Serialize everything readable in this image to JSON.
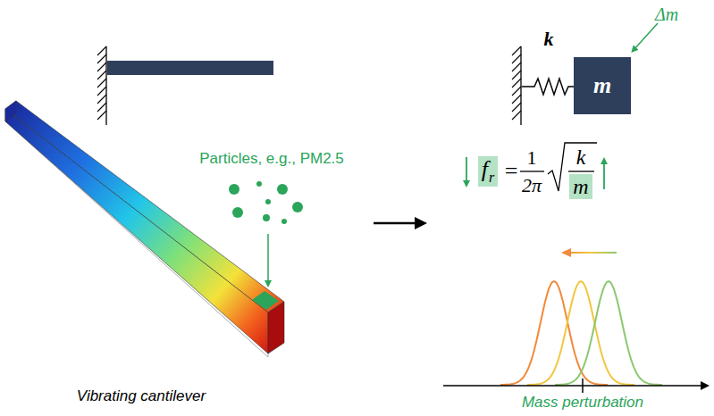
{
  "diagram": {
    "nodes": [
      {
        "text": [
          "m"
        ]
      },
      {
        "text": [
          "f",
          "r"
        ]
      },
      {
        "text": [
          "m"
        ]
      }
    ],
    "labels": [
      "k",
      "Δm",
      "Particles, e.g., PM2.5",
      "Vibrating cantilever",
      "=",
      "1",
      "2π",
      "k",
      "Mass perturbation"
    ]
  }
}
